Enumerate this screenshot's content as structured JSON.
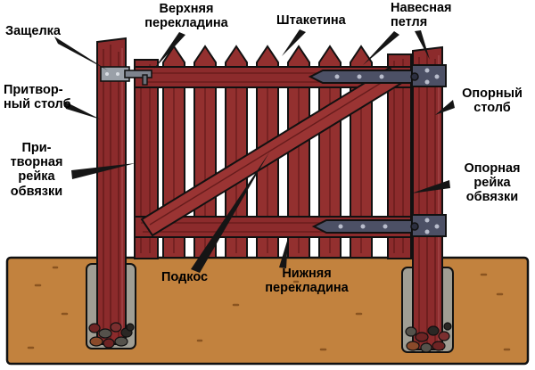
{
  "diagram": {
    "labels": {
      "latch": "Защелка",
      "latch_post": "Притвор-\nный столб",
      "latch_rail": "При-\nтворная\nрейка\nобвязки",
      "top_rail": "Верхняя\nперекладина",
      "picket": "Штакетина",
      "hinge": "Навесная\nпетля",
      "support_post": "Опорный\nстолб",
      "support_rail": "Опорная\nрейка\nобвязки",
      "brace": "Подкос",
      "bottom_rail": "Нижняя\nперекладина"
    },
    "colors": {
      "wood": "#8C2B2C",
      "wood_light": "#9A3433",
      "ground": "#C2823E",
      "metal": "#4C5065",
      "concrete": "#A09E94",
      "outline": "#111111"
    }
  }
}
